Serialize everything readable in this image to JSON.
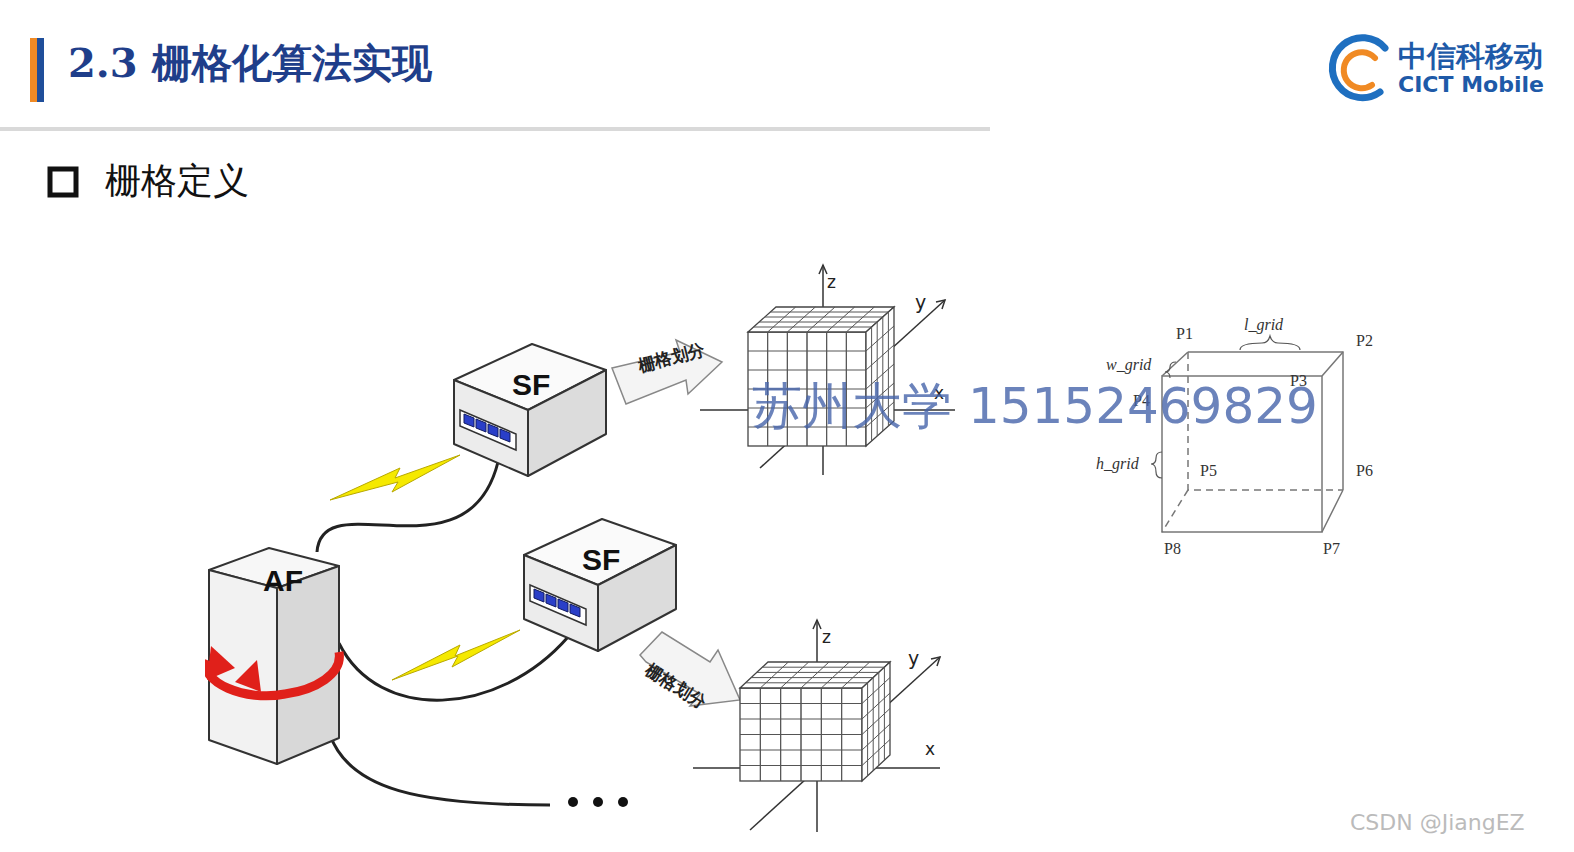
{
  "diagram": {
    "title": "2.3 栅格化算法实现",
    "nodes": [
      {
        "text": [
          "SF"
        ]
      },
      {
        "text": [
          "SF"
        ]
      },
      {
        "text": [
          "AF"
        ]
      }
    ],
    "edges": [
      {
        "from": 2,
        "to": 0,
        "arrow": "none"
      },
      {
        "from": 2,
        "to": 1,
        "arrow": "none"
      }
    ],
    "labels": [
      "中信科移动",
      "CICT Mobile",
      "栅格定义",
      "栅格划分",
      "z",
      "y",
      "x",
      "栅格划分",
      "z",
      "y",
      "x",
      "P1",
      "l_grid",
      "P2",
      "w_grid",
      "P3",
      "P4",
      "h_grid",
      "P5",
      "P6",
      "P8",
      "P7",
      "苏州大学 15152469829",
      "CSDN @JiangEZ"
    ]
  }
}
